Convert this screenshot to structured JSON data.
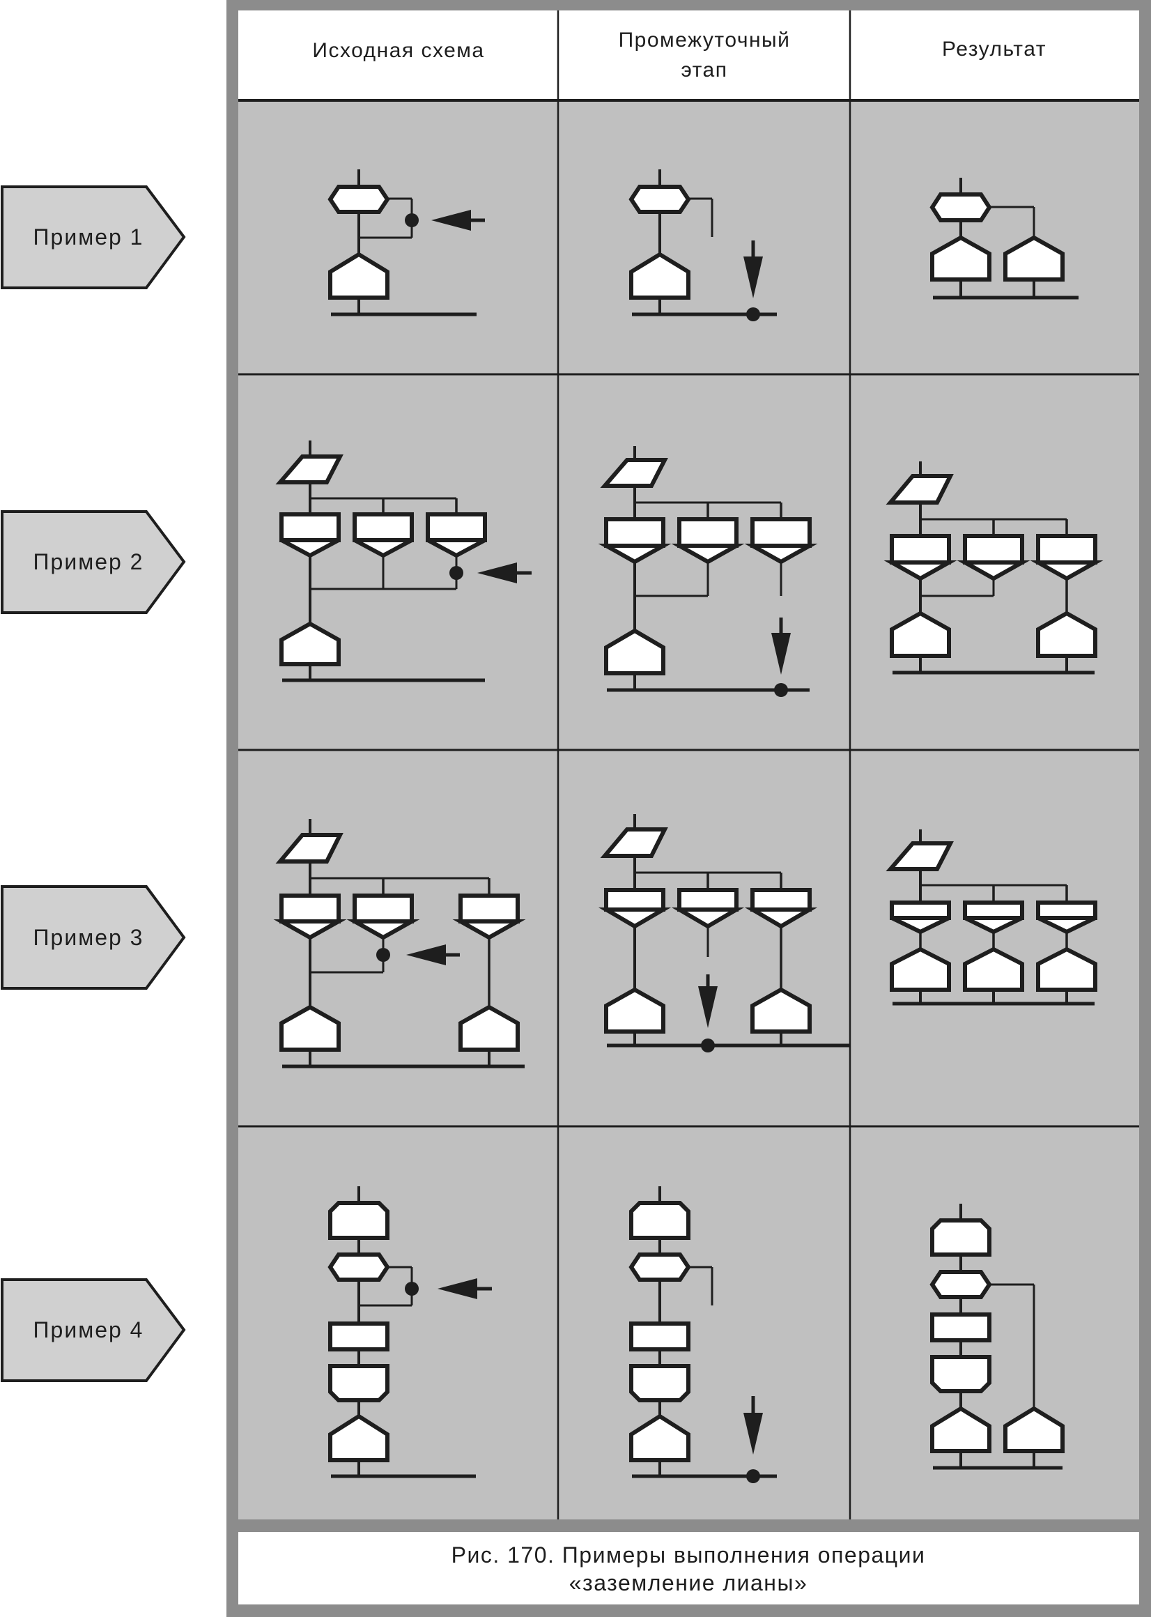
{
  "figure": {
    "columns": [
      {
        "id": "source",
        "label_lines": [
          "Исходная схема"
        ]
      },
      {
        "id": "intermediate",
        "label_lines": [
          "Промежуточный",
          "этап"
        ]
      },
      {
        "id": "result",
        "label_lines": [
          "Результат"
        ]
      }
    ],
    "rows": [
      {
        "label": "Пример 1"
      },
      {
        "label": "Пример 2"
      },
      {
        "label": "Пример 3"
      },
      {
        "label": "Пример 4"
      }
    ],
    "caption_lines": [
      "Рис. 170. Примеры выполнения операции",
      "«заземление лианы»"
    ]
  },
  "colors": {
    "frame": "#8c8c8c",
    "cell_bg": "#c0c0c0",
    "header_bg": "#ffffff",
    "label_bg": "#d0d0d0",
    "ink": "#1e1e1e",
    "icon_fill": "#ffffff"
  },
  "legend": {
    "icon_names": {
      "start-line": "incoming line",
      "head": "head block",
      "branch": "branch hexagon",
      "action": "action rectangle",
      "tail": "tail block",
      "end": "end pentagon",
      "input": "input parallelogram",
      "fork": "fork bracket",
      "ground": "ground bus",
      "dot": "connection point",
      "arrow": "operation arrow"
    }
  }
}
